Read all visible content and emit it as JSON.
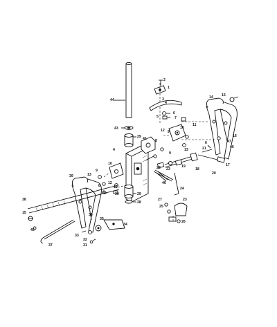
{
  "diagram": {
    "callouts": [
      {
        "id": "c44",
        "text": "44"
      },
      {
        "id": "c1",
        "text": "1"
      },
      {
        "id": "c2",
        "text": "2"
      },
      {
        "id": "c3",
        "text": "3"
      },
      {
        "id": "c4a",
        "text": "4"
      },
      {
        "id": "c5a",
        "text": "5"
      },
      {
        "id": "c6a",
        "text": "6"
      },
      {
        "id": "c7",
        "text": "7"
      },
      {
        "id": "c43",
        "text": "43"
      },
      {
        "id": "c29a",
        "text": "29"
      },
      {
        "id": "c4b",
        "text": "4"
      },
      {
        "id": "c41",
        "text": "41"
      },
      {
        "id": "c8a",
        "text": "8"
      },
      {
        "id": "c12a",
        "text": "12"
      },
      {
        "id": "c9a",
        "text": "9"
      },
      {
        "id": "c10a",
        "text": "10"
      },
      {
        "id": "c11a",
        "text": "11"
      },
      {
        "id": "c13a",
        "text": "13"
      },
      {
        "id": "c14",
        "text": "14"
      },
      {
        "id": "c15a",
        "text": "15"
      },
      {
        "id": "c16",
        "text": "16"
      },
      {
        "id": "c47",
        "text": "47"
      },
      {
        "id": "c46",
        "text": "46"
      },
      {
        "id": "c6b",
        "text": "6"
      },
      {
        "id": "c21",
        "text": "21"
      },
      {
        "id": "c17",
        "text": "17"
      },
      {
        "id": "c20",
        "text": "20"
      },
      {
        "id": "c19",
        "text": "19"
      },
      {
        "id": "c18",
        "text": "18"
      },
      {
        "id": "c22",
        "text": "22"
      },
      {
        "id": "c23a",
        "text": "23"
      },
      {
        "id": "c9b",
        "text": "9"
      },
      {
        "id": "c46b",
        "text": "46"
      },
      {
        "id": "c24",
        "text": "24"
      },
      {
        "id": "c39",
        "text": "39"
      },
      {
        "id": "c13b",
        "text": "13"
      },
      {
        "id": "c9c",
        "text": "9"
      },
      {
        "id": "c10b",
        "text": "10"
      },
      {
        "id": "c12b",
        "text": "12"
      },
      {
        "id": "c11b",
        "text": "11"
      },
      {
        "id": "c30",
        "text": "30"
      },
      {
        "id": "c29b",
        "text": "29"
      },
      {
        "id": "c28",
        "text": "28"
      },
      {
        "id": "c40",
        "text": "40"
      },
      {
        "id": "c8b",
        "text": "8"
      },
      {
        "id": "c38",
        "text": "38"
      },
      {
        "id": "c15b",
        "text": "15"
      },
      {
        "id": "c36",
        "text": "36"
      },
      {
        "id": "c35",
        "text": "35"
      },
      {
        "id": "c34",
        "text": "34"
      },
      {
        "id": "c45",
        "text": "45"
      },
      {
        "id": "c37",
        "text": "37"
      },
      {
        "id": "c33",
        "text": "33"
      },
      {
        "id": "c32",
        "text": "32"
      },
      {
        "id": "c31",
        "text": "31"
      },
      {
        "id": "c27",
        "text": "27"
      },
      {
        "id": "c25",
        "text": "25"
      },
      {
        "id": "c23b",
        "text": "23"
      },
      {
        "id": "c26",
        "text": "26"
      }
    ]
  }
}
